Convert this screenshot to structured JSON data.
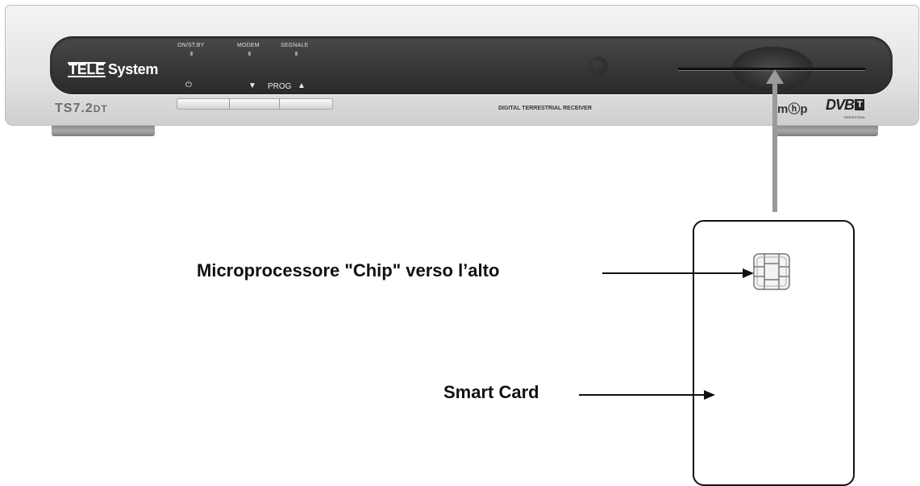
{
  "device": {
    "brand_part1": "TELE",
    "brand_part2": "System",
    "model_main": "TS7.2",
    "model_suffix": "DT",
    "indicators": [
      "ON/ST.BY",
      "MODEM",
      "SEGNALE"
    ],
    "prog_label": "PROG",
    "receiver_label": "DIGITAL TERRESTRIAL RECEIVER",
    "mhp_logo": "mⓗp",
    "dvb_logo": "DVB",
    "dvb_t": "T",
    "dvb_sub": "TERRESTRIAL"
  },
  "annotations": {
    "chip": "Microprocessore \"Chip\" verso l’alto",
    "card": "Smart Card"
  },
  "colors": {
    "panel": "#353535",
    "pointer": "#9a9a9a",
    "text": "#111111"
  }
}
